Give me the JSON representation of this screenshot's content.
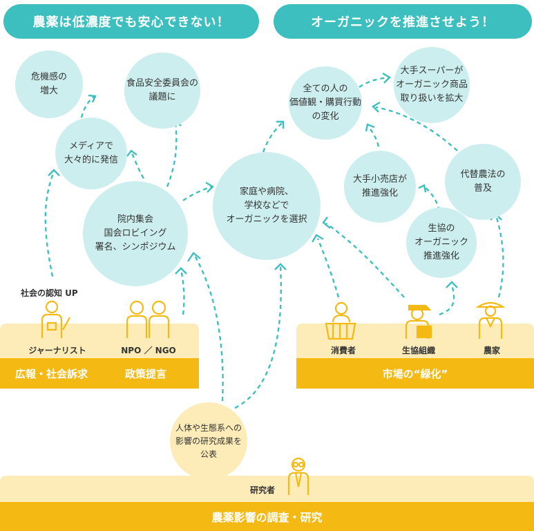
{
  "headers": {
    "left": "農薬は低濃度でも安心できない！",
    "right": "オーガニックを推進させよう！"
  },
  "bubbles": {
    "kikikan": "危機感の\n増大",
    "shokuhin": "食品安全委員会の\n議題に",
    "media": "メディアで\n大々的に発信",
    "innai": "院内集会\n国会ロビイング\n署名、シンポジウム",
    "katei": "家庭や病院、\n学校などで\nオーガニックを選択",
    "subete": "全ての人の\n価値観・購買行動\nの変化",
    "ooteSuper": "大手スーパーが\nオーガニック商品\n取り扱いを拡大",
    "ooteKouri": "大手小売店が\n推進強化",
    "daitai": "代替農法の\n普及",
    "seikyou": "生協の\nオーガニック\n推進強化",
    "kenkyu": "人体や生態系への\n影響の研究成果を\n公表"
  },
  "labels": {
    "shakai_ninchi": "社会の認知 UP",
    "journalist": "ジャーナリスト",
    "npo": "NPO ／ NGO",
    "shohisha": "消費者",
    "seikyou_soshiki": "生協組織",
    "nouka": "農家",
    "kenkyusha": "研究者"
  },
  "panels": {
    "kouhou": "広報・社会訴求",
    "seisaku": "政策提言",
    "shijou": "市場の“緑化”",
    "chousa": "農薬影響の調査・研究"
  },
  "colors": {
    "teal": "#3ebfbf",
    "light_teal": "#cdeeef",
    "yellow": "#f5b914",
    "light_yellow": "#fdecb7"
  },
  "icons": [
    "journalist-icon",
    "npo-person-icon",
    "consumer-icon",
    "coop-staff-icon",
    "farmer-icon",
    "researcher-icon"
  ]
}
